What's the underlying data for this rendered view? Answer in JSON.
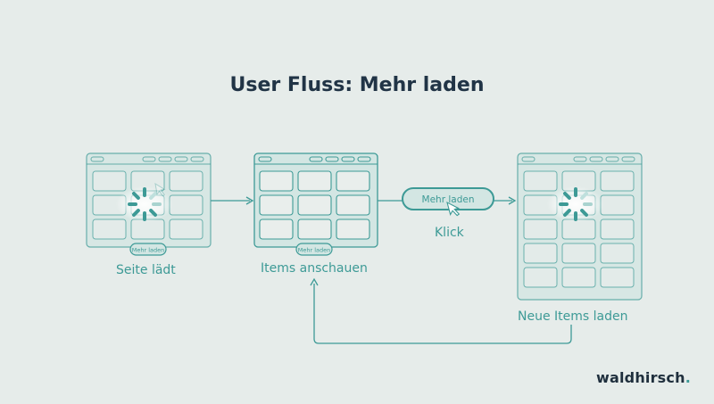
{
  "title": "User Fluss: Mehr laden",
  "steps": {
    "seite_laedt": "Seite lädt",
    "items_anschauen": "Items anschauen",
    "klick": "Klick",
    "neue_items_laden": "Neue Items laden"
  },
  "buttons": {
    "mehr_laden_small_1": "Mehr laden",
    "mehr_laden_small_2": "Mehr laden",
    "mehr_laden_main": "Mehr laden"
  },
  "logo": {
    "text": "waldhirsch",
    "dot": "."
  },
  "colors": {
    "background": "#e6ecea",
    "accent": "#3d9a96",
    "title": "#213446",
    "panel_fill": "#d3e6e3",
    "cell_fill": "#e9eeec"
  },
  "icons": [
    "spinner-icon",
    "cursor-arrow-icon",
    "arrow-right-icon"
  ]
}
